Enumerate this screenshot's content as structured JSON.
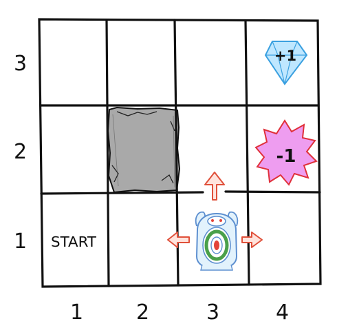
{
  "grid": {
    "columns": 4,
    "rows": 3,
    "column_labels": [
      "1",
      "2",
      "3",
      "4"
    ],
    "row_labels": [
      "3",
      "2",
      "1"
    ]
  },
  "cells": {
    "start_label": "START",
    "diamond_reward": "+1",
    "penalty_reward": "-1"
  },
  "colors": {
    "grid_line": "#111111",
    "wall_fill": "#a9a9a9",
    "diamond_fill": "#bfe7ff",
    "diamond_stroke": "#3aa0e0",
    "penalty_fill": "#ee9df0",
    "penalty_stroke": "#e0303a",
    "arrow_fill": "#ffe3dc",
    "arrow_stroke": "#e0503a",
    "robot_body": "#e2f2fc",
    "robot_outline": "#5d8fd0",
    "robot_ring": "#4aa04a",
    "robot_core": "#e3443a"
  },
  "icons": {
    "wall": "stone-block",
    "goal": "diamond-icon",
    "hazard": "fire-pit-icon",
    "agent": "robot-icon",
    "moves": "arrow-icon"
  }
}
